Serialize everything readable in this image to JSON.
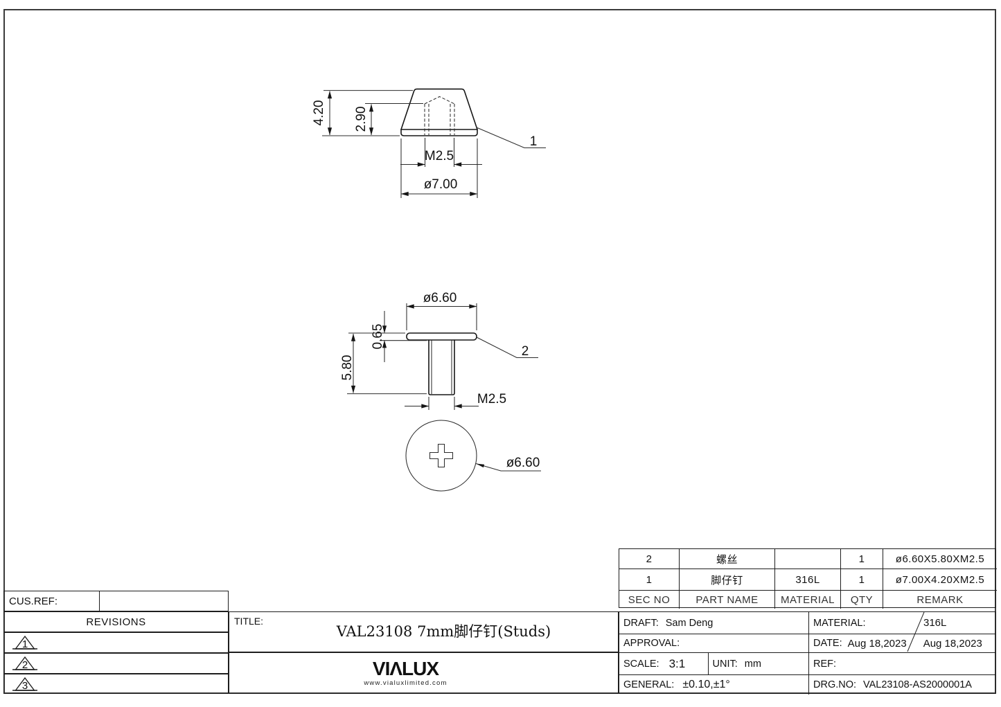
{
  "dims": {
    "top_height": "4.20",
    "top_depth": "2.90",
    "top_thread": "M2.5",
    "top_dia": "ø7.00",
    "top_leader": "1",
    "mid_dia": "ø6.60",
    "mid_head_thk": "0.65",
    "mid_len": "5.80",
    "mid_thread": "M2.5",
    "mid_leader": "2",
    "bot_dia": "ø6.60"
  },
  "parts_table": {
    "headers": [
      "SEC NO",
      "PART NAME",
      "MATERIAL",
      "QTY",
      "REMARK"
    ],
    "rows": [
      {
        "sec": "2",
        "name": "螺丝",
        "material": "",
        "qty": "1",
        "remark": "ø6.60X5.80XM2.5"
      },
      {
        "sec": "1",
        "name": "脚仔钉",
        "material": "316L",
        "qty": "1",
        "remark": "ø7.00X4.20XM2.5"
      }
    ]
  },
  "title_block": {
    "cus_ref_label": "CUS.REF:",
    "revisions_label": "REVISIONS",
    "revisions": [
      "1",
      "2",
      "3"
    ],
    "title_label": "TITLE:",
    "title": "VAL23108  7mm脚仔钉(Studs)",
    "logo_text": "VIΛLUX",
    "logo_site": "www.vialuxlimited.com",
    "draft_label": "DRAFT:",
    "draft_value": "Sam Deng",
    "approval_label": "APPROVAL:",
    "scale_label": "SCALE:",
    "scale_value": "3:1",
    "unit_label": "UNIT:",
    "unit_value": "mm",
    "general_label": "GENERAL:",
    "general_value": "±0.10,±1°",
    "material_label": "MATERIAL:",
    "material_value": "316L",
    "date_label": "DATE:",
    "date_value": "Aug 18,2023",
    "date_value2": "Aug 18,2023",
    "ref_label": "REF:",
    "drgno_label": "DRG.NO:",
    "drgno_value": "VAL23108-AS2000001A"
  }
}
